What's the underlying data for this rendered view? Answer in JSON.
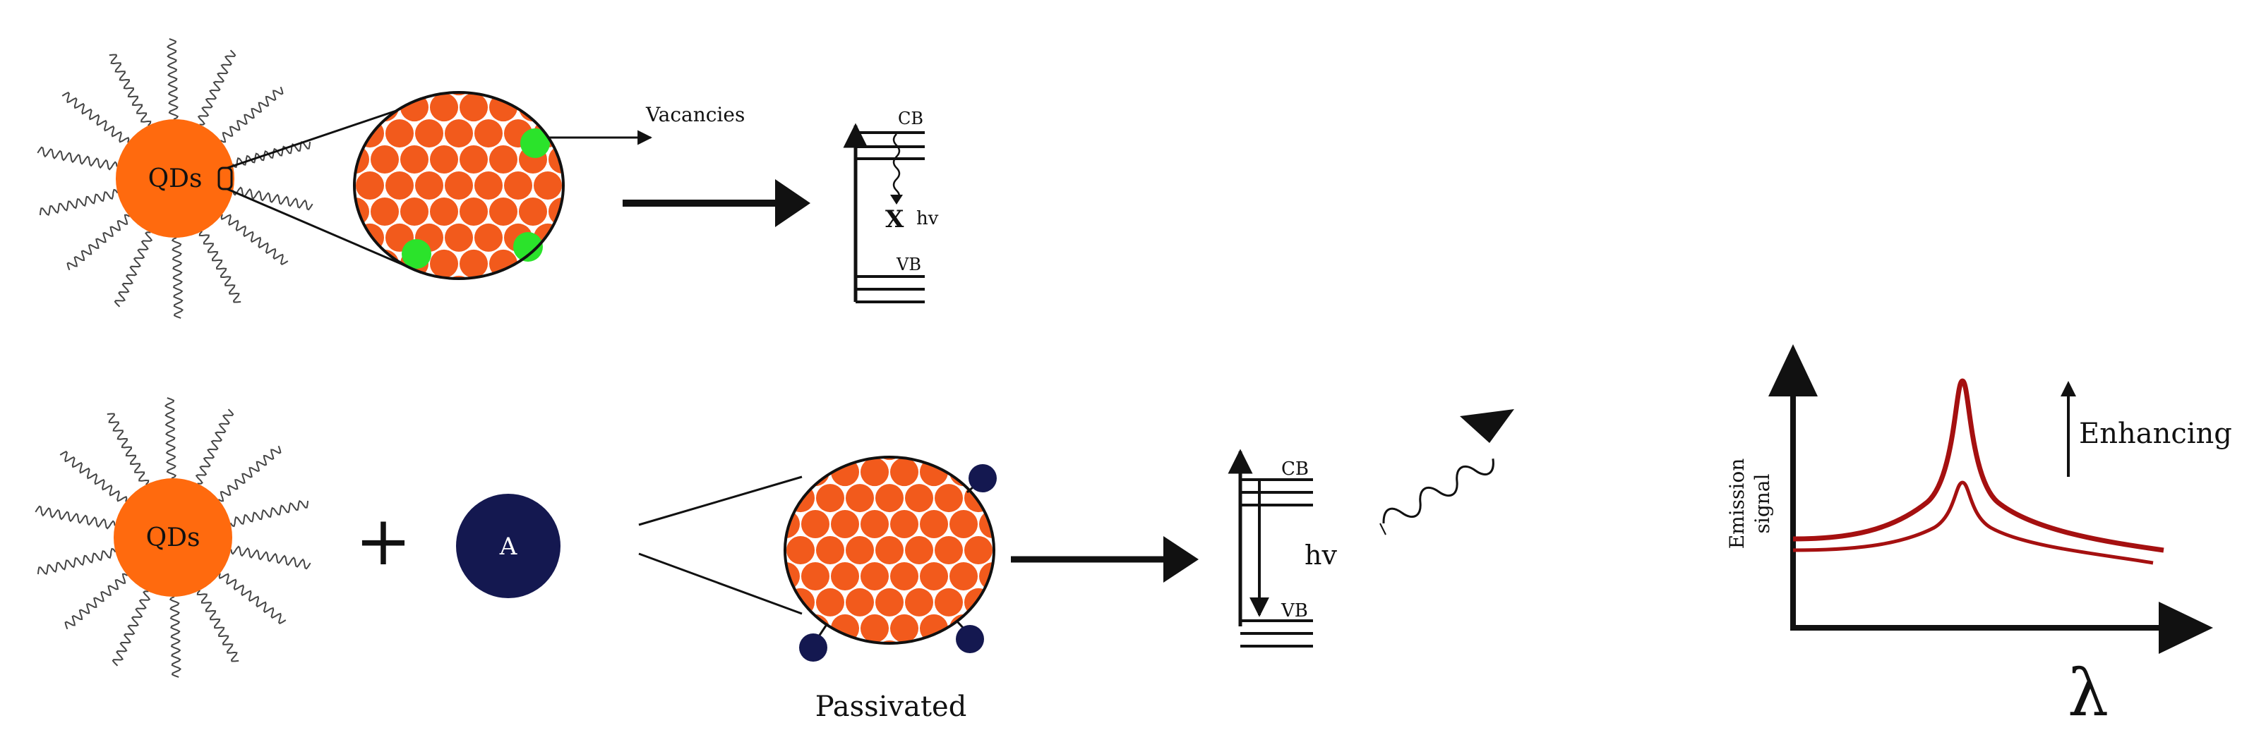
{
  "top_row": {
    "qd_label": "QDs",
    "vacancies_label": "Vacancies",
    "band": {
      "cb_label": "CB",
      "vb_label": "VB",
      "blocked_mark": "X",
      "photon_label": "hv"
    }
  },
  "bottom_row": {
    "qd_label": "QDs",
    "plus_sign": "+",
    "analyte_label": "A",
    "passivated_label": "Passivated",
    "band": {
      "cb_label": "CB",
      "vb_label": "VB",
      "photon_label": "hv"
    }
  },
  "emission_plot": {
    "ylabel_line1": "Emission",
    "ylabel_line2": "signal",
    "xlabel": "λ",
    "annotation": "Enhancing"
  },
  "colors": {
    "qd_orange": "#ff6a0e",
    "particle_orange": "#f25a1c",
    "vacancy_green": "#2be32b",
    "analyte_navy": "#141850",
    "curve_red": "#a51010",
    "ink": "#111111"
  }
}
